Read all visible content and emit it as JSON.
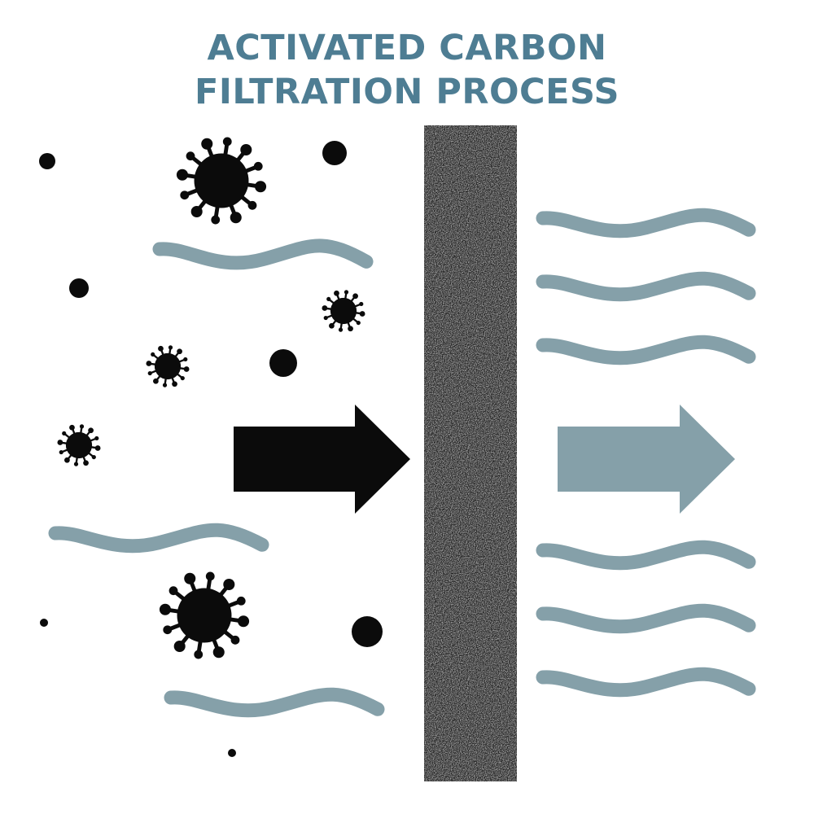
{
  "title": {
    "line1": "ACTIVATED CARBON",
    "line2": "FILTRATION PROCESS"
  },
  "colors": {
    "title": "#4e7d93",
    "flow": "#85a0a9",
    "particle": "#0b0b0b",
    "filter": "#2a2a2a",
    "background": "#ffffff"
  },
  "icons": {
    "contaminant_particle": "dot",
    "contaminant_pathogen": "virus-icon",
    "air_flow": "wave",
    "direction": "arrow-right-icon",
    "filter": "carbon-filter-block"
  }
}
